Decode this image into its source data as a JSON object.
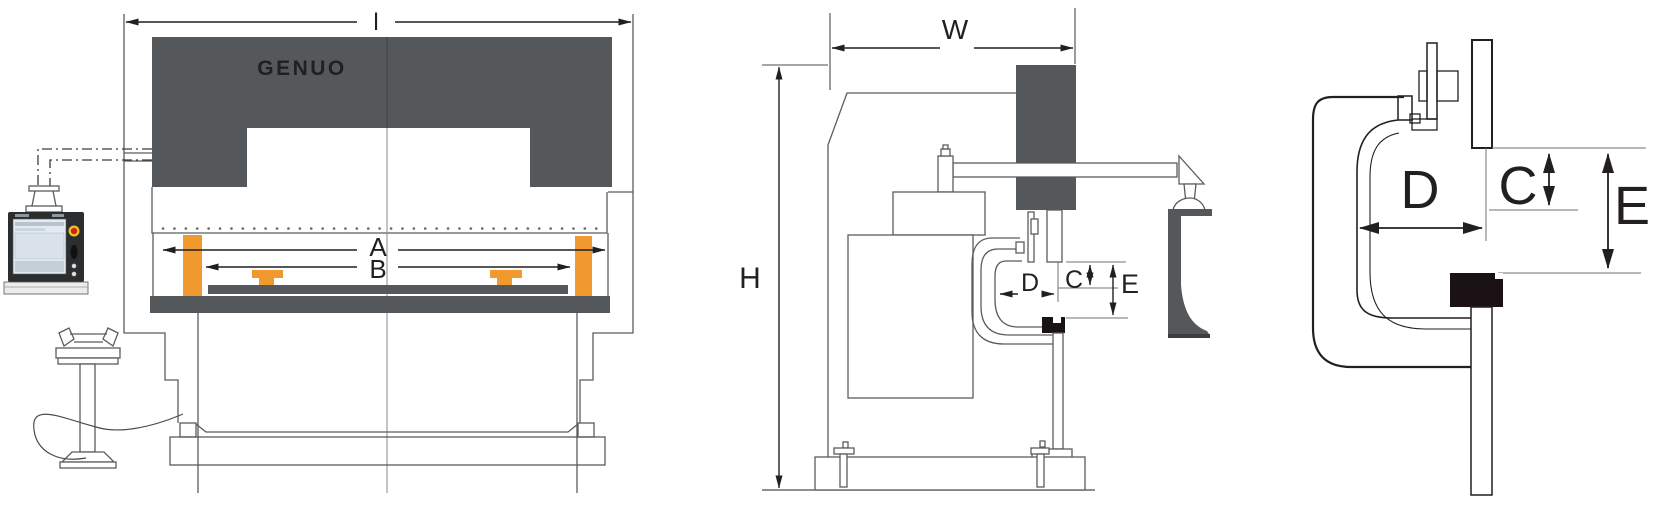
{
  "brand": "GENUO",
  "labels": {
    "length": "l",
    "width": "W",
    "height": "H",
    "a": "A",
    "b": "B",
    "c": "C",
    "d": "D",
    "e": "E"
  },
  "colors": {
    "frame_gray": "#54585B",
    "shadow_gray": "#3A3E41",
    "accent_orange": "#F0992E",
    "die_black": "#1A1214",
    "estop_red": "#CE2418",
    "estop_yellow": "#F0C020",
    "screen_blue": "#E3EAF1",
    "line_dark": "#231F20"
  }
}
